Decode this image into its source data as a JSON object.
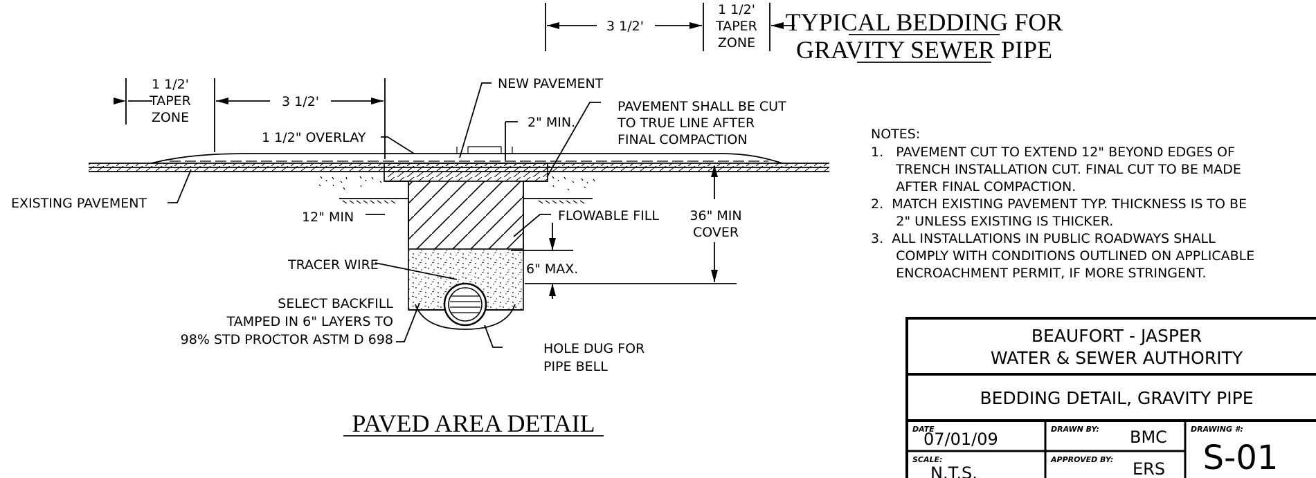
{
  "titles": {
    "typical_line1": "TYPICAL BEDDING FOR",
    "typical_line2": "GRAVITY SEWER PIPE",
    "paved_area": "PAVED AREA DETAIL"
  },
  "dimensions": {
    "top_span": "3 1/2'",
    "top_taper_1": "1 1/2'",
    "top_taper_2": "TAPER",
    "top_taper_3": "ZONE",
    "left_taper_1": "1 1/2'",
    "left_taper_2": "TAPER",
    "left_taper_3": "ZONE",
    "left_span": "3 1/2'",
    "min_2in": "2\" MIN.",
    "min_12in": "12\" MIN",
    "max_6in": "6\" MAX.",
    "cover_1": "36\" MIN",
    "cover_2": "COVER"
  },
  "callouts": {
    "new_pavement": "NEW PAVEMENT",
    "cut_1": "PAVEMENT SHALL BE CUT",
    "cut_2": "TO TRUE LINE AFTER",
    "cut_3": "FINAL COMPACTION",
    "overlay": "1 1/2\" OVERLAY",
    "existing_pavement": "EXISTING PAVEMENT",
    "flowable_fill": "FLOWABLE FILL",
    "tracer_wire": "TRACER WIRE",
    "backfill_1": "SELECT BACKFILL",
    "backfill_2": "TAMPED IN 6\" LAYERS TO",
    "backfill_3": "98% STD PROCTOR ASTM D 698",
    "hole_1": "HOLE DUG FOR",
    "hole_2": "PIPE BELL"
  },
  "notes": {
    "heading": "NOTES:",
    "lines": [
      "1.   PAVEMENT CUT TO EXTEND 12\" BEYOND EDGES OF",
      "      TRENCH INSTALLATION CUT. FINAL CUT TO BE MADE",
      "      AFTER FINAL COMPACTION.",
      "2.  MATCH EXISTING PAVEMENT TYP. THICKNESS IS TO BE",
      "      2\" UNLESS EXISTING IS THICKER.",
      "3.  ALL INSTALLATIONS IN PUBLIC ROADWAYS SHALL",
      "      COMPLY WITH CONDITIONS OUTLINED ON APPLICABLE",
      "      ENCROACHMENT PERMIT, IF MORE STRINGENT."
    ]
  },
  "title_block": {
    "org_1": "BEAUFORT - JASPER",
    "org_2": "WATER & SEWER AUTHORITY",
    "drawing_title": "BEDDING DETAIL, GRAVITY PIPE",
    "date_label": "DATE",
    "date_value": "07/01/09",
    "drawn_label": "DRAWN BY:",
    "drawn_value": "BMC",
    "drawing_no_label": "DRAWING #:",
    "drawing_no_value": "S-01",
    "scale_label": "SCALE:",
    "scale_value": "N.T.S.",
    "approved_label": "APPROVED BY:",
    "approved_value": "ERS"
  }
}
